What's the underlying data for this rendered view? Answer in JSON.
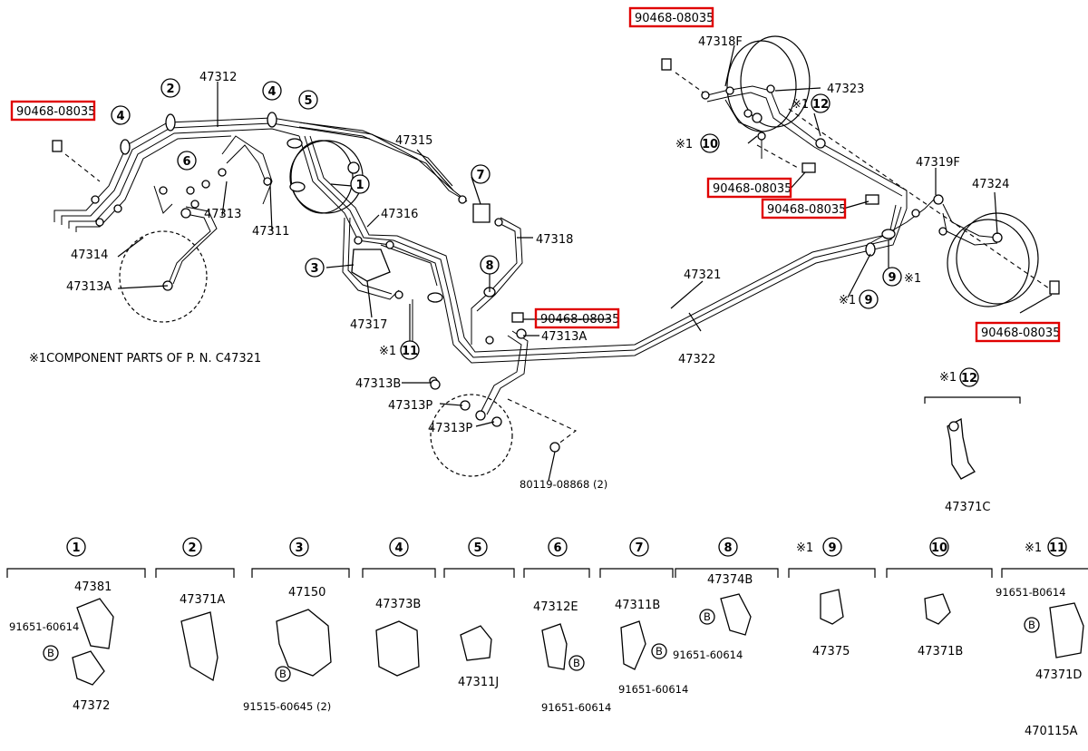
{
  "diagram": {
    "note": "※1COMPONENT PARTS OF P. N. C47321",
    "figure_id": "470115A",
    "highlight_color": "#e00000",
    "part_numbers": {
      "clip_tl": "90468-08035",
      "clip_top": "90468-08035",
      "clip_mid1": "90468-08035",
      "clip_mid2": "90468-08035",
      "clip_center": "90468-08035",
      "clip_right": "90468-08035",
      "p47312": "47312",
      "p47313": "47313",
      "p47311": "47311",
      "p47314": "47314",
      "p47313A_l": "47313A",
      "p47315": "47315",
      "p47316": "47316",
      "p47317": "47317",
      "p47318": "47318",
      "p47313A_c": "47313A",
      "p47313B": "47313B",
      "p47313P_1": "47313P",
      "p47313P_2": "47313P",
      "p80119": "80119-08868 (2)",
      "p47321": "47321",
      "p47322": "47322",
      "p47318F": "47318F",
      "p47323": "47323",
      "p47319F": "47319F",
      "p47324": "47324",
      "p47371C": "47371C"
    },
    "callouts": {
      "c1": "1",
      "c2": "2",
      "c3": "3",
      "c4a": "4",
      "c4b": "4",
      "c5": "5",
      "c6": "6",
      "c7": "7",
      "c8": "8",
      "c9a": "9",
      "c9b": "9",
      "c10": "10",
      "c11": "11",
      "c12a": "12",
      "c12b": "12",
      "ast": "※1"
    },
    "detail_panel": {
      "title_num": "12",
      "part": "47371C"
    }
  },
  "legend": {
    "columns": [
      {
        "num": "1",
        "parts": [
          "47381",
          "91651-60614",
          "B",
          "47372"
        ]
      },
      {
        "num": "2",
        "parts": [
          "47371A"
        ]
      },
      {
        "num": "3",
        "parts": [
          "47150",
          "B",
          "91515-60645 (2)"
        ]
      },
      {
        "num": "4",
        "parts": [
          "47373B"
        ]
      },
      {
        "num": "5",
        "parts": [
          "47311J"
        ]
      },
      {
        "num": "6",
        "parts": [
          "47312E",
          "B",
          "91651-60614"
        ]
      },
      {
        "num": "7",
        "parts": [
          "47311B",
          "B",
          "91651-60614"
        ]
      },
      {
        "num": "8",
        "parts": [
          "47374B",
          "B",
          "91651-60614"
        ]
      },
      {
        "num": "9",
        "prefix": "※1",
        "parts": [
          "47375"
        ]
      },
      {
        "num": "10",
        "parts": [
          "47371B"
        ]
      },
      {
        "num": "11",
        "prefix": "※1",
        "parts": [
          "91651-B0614",
          "B",
          "47371D"
        ]
      }
    ]
  }
}
